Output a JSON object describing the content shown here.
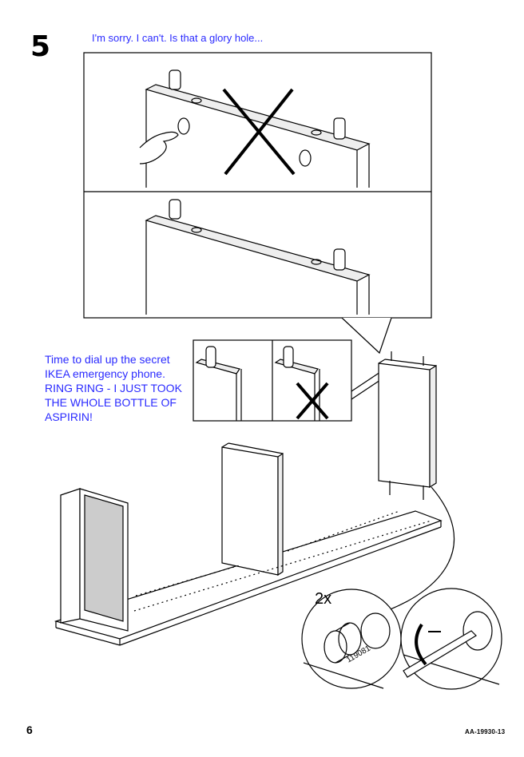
{
  "step_number": "5",
  "caption_top": "I'm sorry. I can't. Is that a glory hole...",
  "caption_side": [
    "Time to dial up the secret",
    "IKEA emergency phone.",
    "RING RING - I JUST TOOK",
    "THE WHOLE BOTTLE OF",
    "ASPIRIN!"
  ],
  "quantity_label": "2x",
  "part_number": "119081",
  "page_number": "6",
  "document_code": "AA-19930-13",
  "colors": {
    "caption": "#2b2bff",
    "ink": "#000000"
  }
}
